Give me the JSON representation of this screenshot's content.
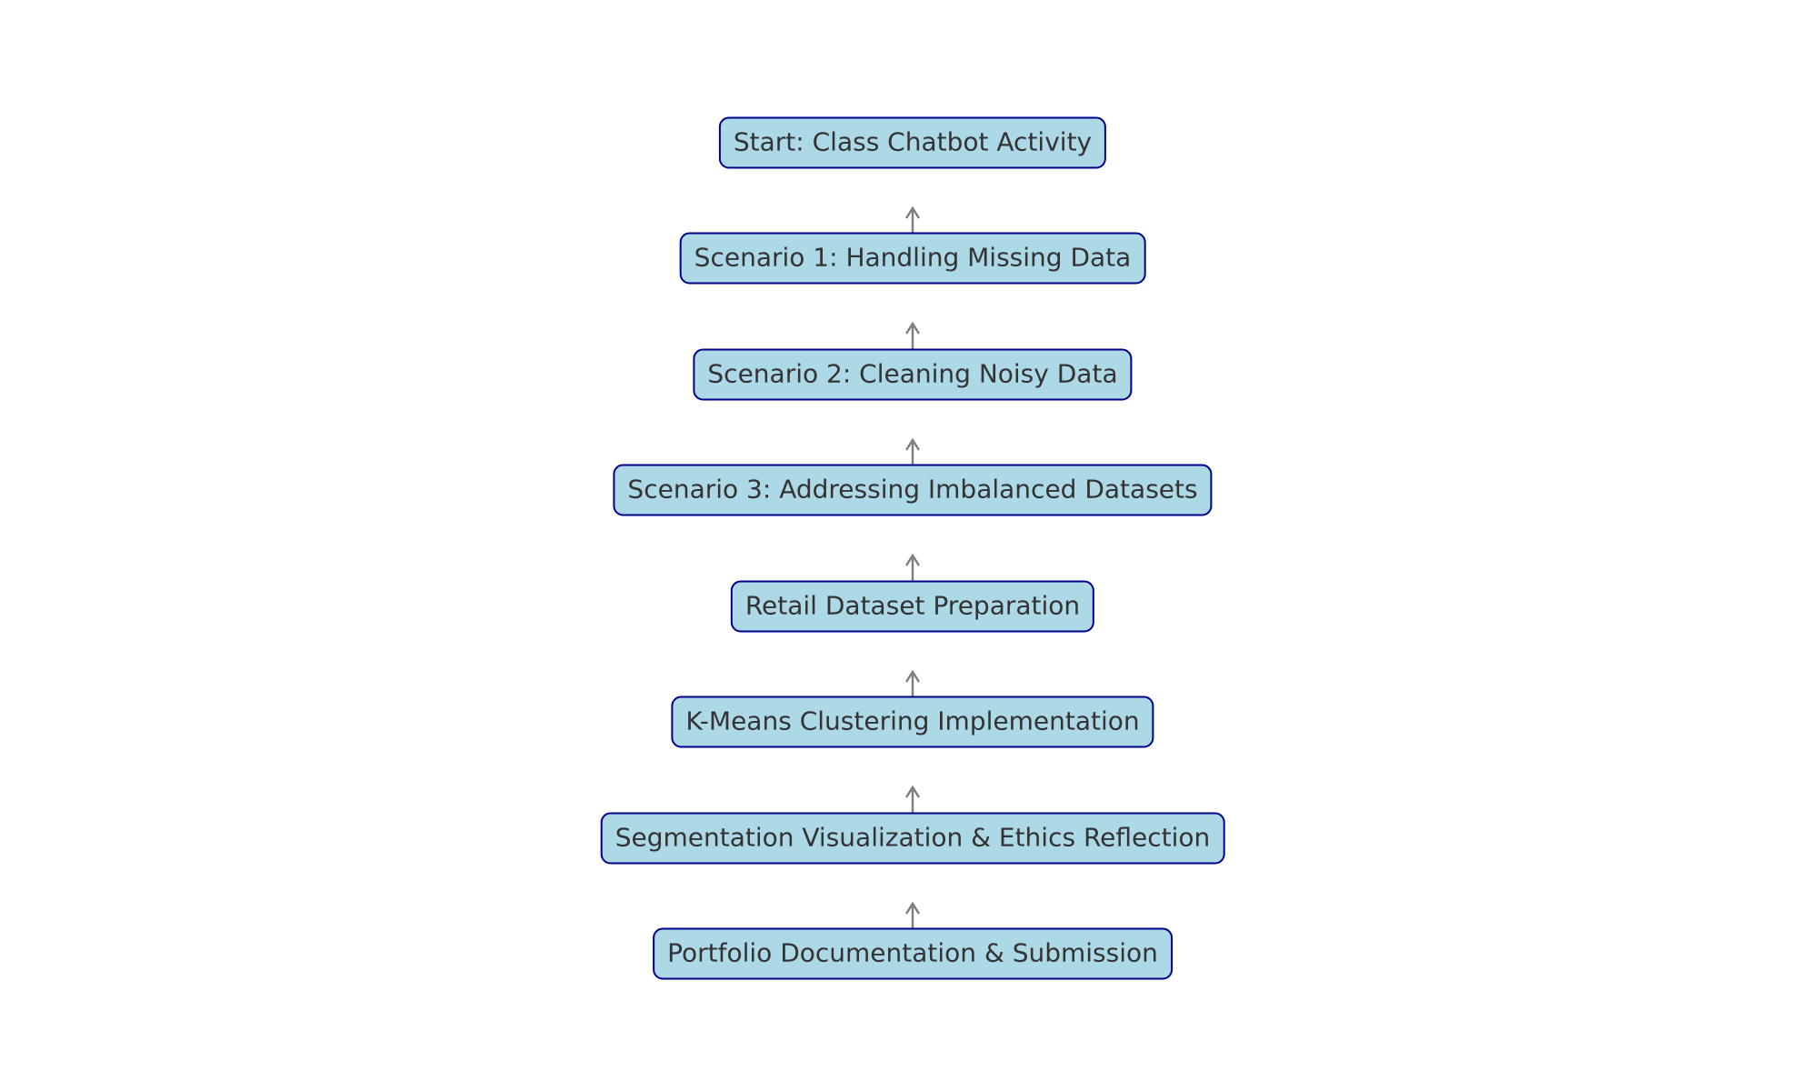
{
  "flowchart": {
    "direction": "bottom-to-top",
    "steps": [
      "Portfolio Documentation & Submission",
      "Segmentation Visualization & Ethics Reflection",
      "K-Means Clustering Implementation",
      "Retail Dataset Preparation",
      "Scenario 3: Addressing Imbalanced Datasets",
      "Scenario 2: Cleaning Noisy Data",
      "Scenario 1: Handling Missing Data",
      "Start: Class Chatbot Activity"
    ],
    "colors": {
      "node_fill": "#add8e6",
      "node_border": "#00008b",
      "node_text": "#333333",
      "arrow": "#808080"
    }
  }
}
